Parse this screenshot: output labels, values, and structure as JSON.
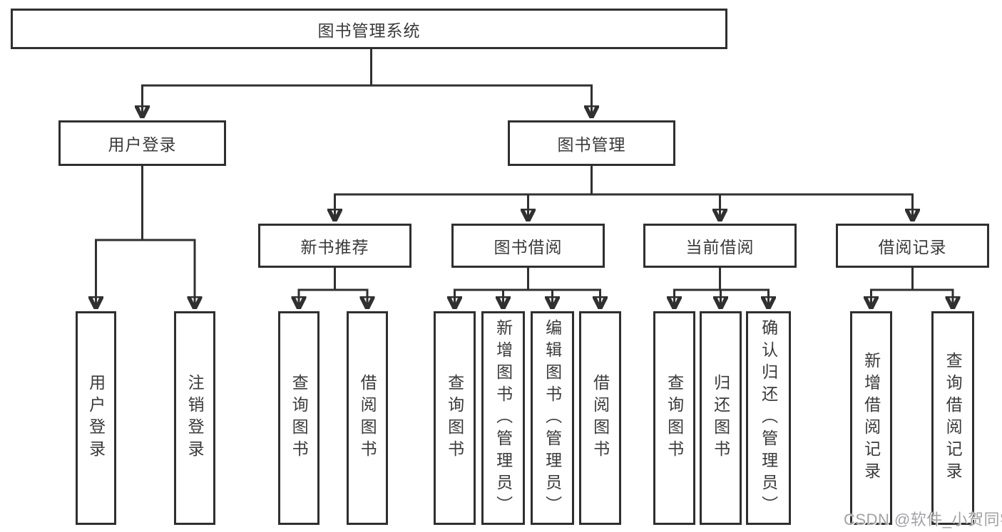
{
  "diagram": {
    "root": {
      "label": "图书管理系统"
    },
    "level2": [
      {
        "label": "用户登录"
      },
      {
        "label": "图书管理"
      }
    ],
    "level3": [
      {
        "label": "新书推荐"
      },
      {
        "label": "图书借阅"
      },
      {
        "label": "当前借阅"
      },
      {
        "label": "借阅记录"
      }
    ],
    "leaves": {
      "user_login": [
        {
          "label": "用户登录"
        },
        {
          "label": "注销登录"
        }
      ],
      "new_book_recommend": [
        {
          "label": "查询图书"
        },
        {
          "label": "借阅图书"
        }
      ],
      "book_borrowing": [
        {
          "label": "查询图书"
        },
        {
          "label": "新增图书（管理员）"
        },
        {
          "label": "编辑图书（管理员）"
        },
        {
          "label": "借阅图书"
        }
      ],
      "current_borrowing": [
        {
          "label": "查询图书"
        },
        {
          "label": "归还图书"
        },
        {
          "label": "确认归还（管理员）"
        }
      ],
      "borrowing_records": [
        {
          "label": "新增借阅记录"
        },
        {
          "label": "查询借阅记录"
        }
      ]
    },
    "watermark": "CSDN @软件_小贺同学",
    "colors": {
      "line": "#303030",
      "box_border": "#2f2f2f",
      "text": "#3a3a3a",
      "watermark": "#a2a2a6",
      "background": "#ffffff"
    }
  }
}
